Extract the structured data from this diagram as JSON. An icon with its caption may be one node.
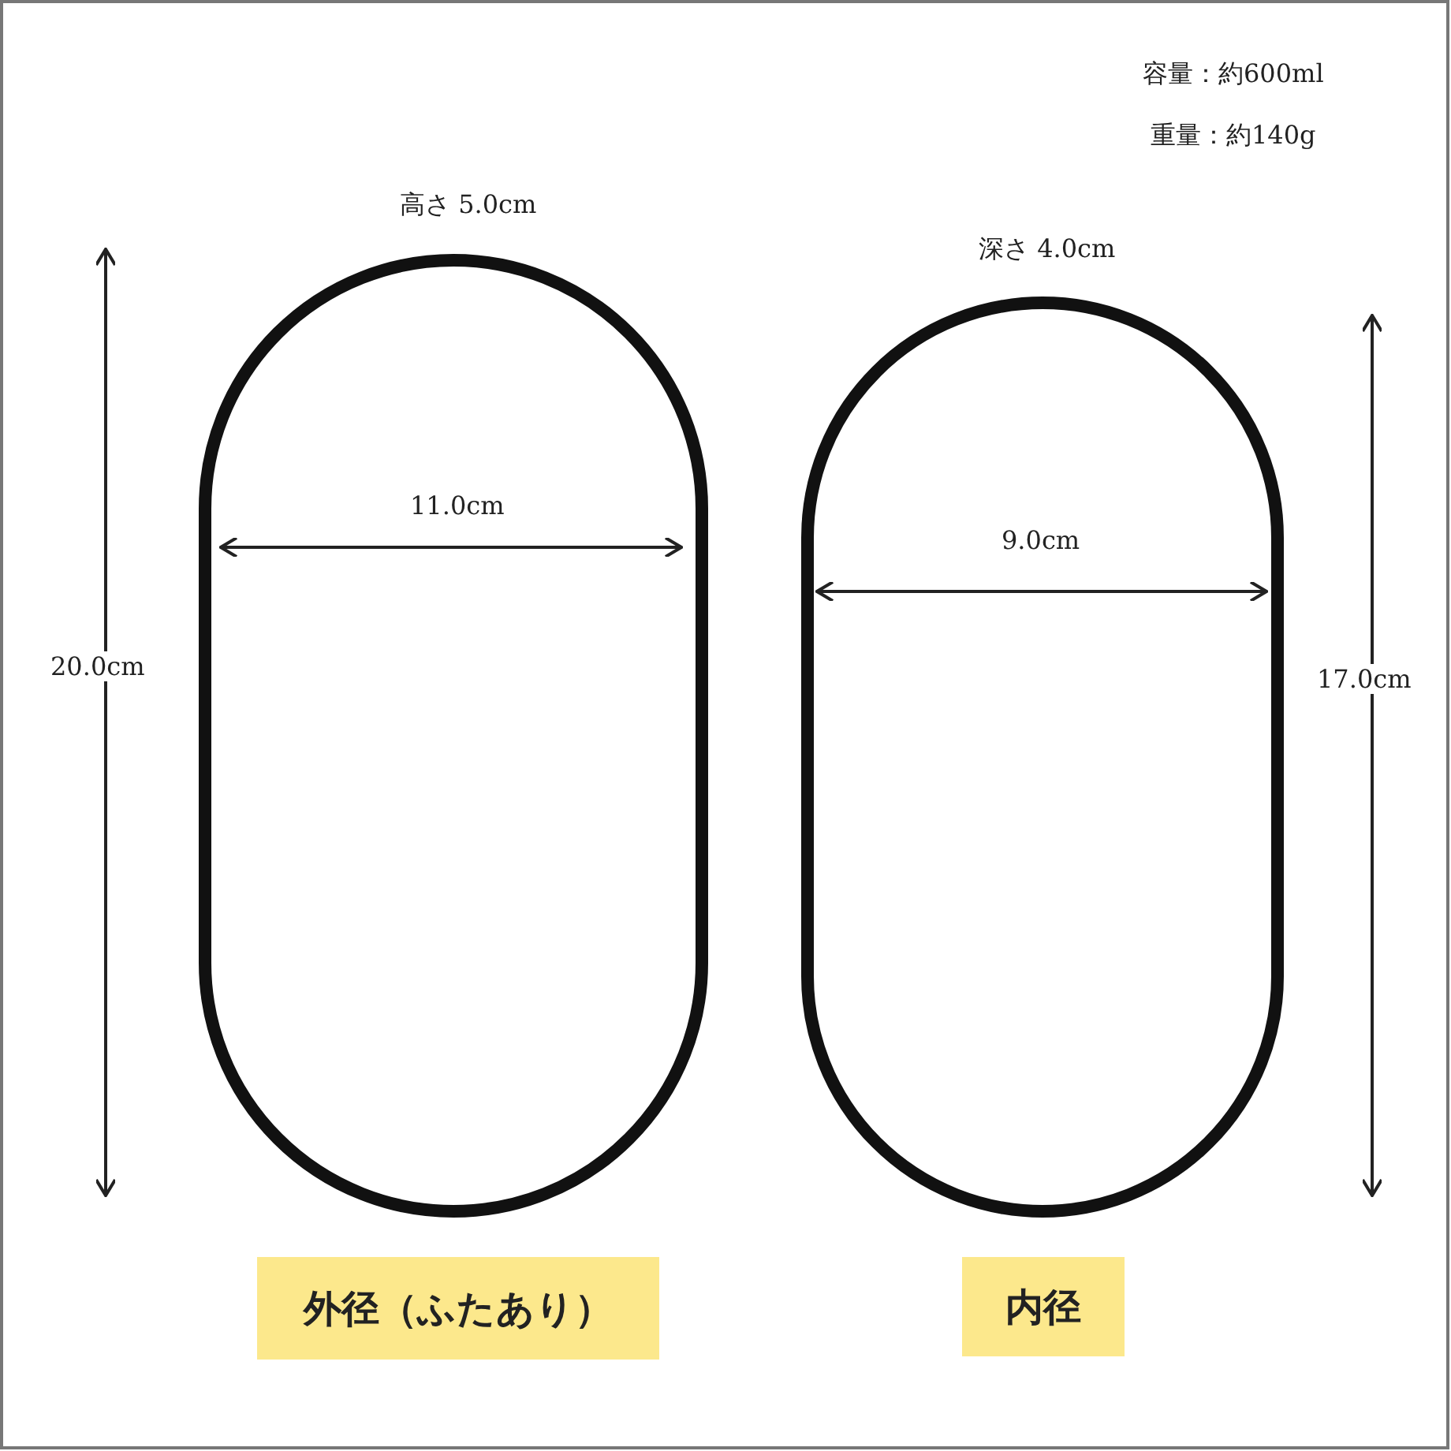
{
  "diagram": {
    "nodes": [
      {
        "text": [
          "外径（ふたあり）"
        ]
      },
      {
        "text": [
          "内径"
        ]
      }
    ],
    "labels": [
      "容量：約600ml",
      "重量：約140g",
      "高さ 5.0cm",
      "深さ 4.0cm",
      "11.0cm",
      "20.0cm",
      "9.0cm",
      "17.0cm"
    ]
  }
}
